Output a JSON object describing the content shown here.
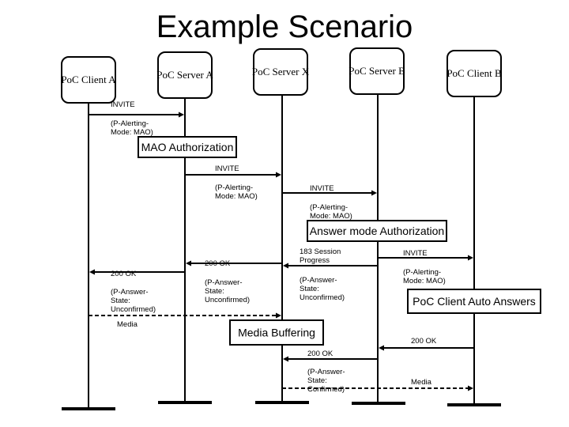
{
  "title": "Example Scenario",
  "entities": [
    {
      "id": "client_a",
      "label": "PoC Client A"
    },
    {
      "id": "server_a",
      "label": "PoC Server A"
    },
    {
      "id": "server_x",
      "label": "PoC Server X"
    },
    {
      "id": "server_b",
      "label": "PoC Server B"
    },
    {
      "id": "client_b",
      "label": "PoC Client B"
    }
  ],
  "messages": [
    {
      "from": "client_a",
      "to": "server_a",
      "style": "solid",
      "lines": [
        "INVITE"
      ],
      "sub_lines": [
        "(P-Alerting-",
        "Mode: MAO)"
      ]
    },
    {
      "from": "server_a",
      "to": "server_x",
      "style": "solid",
      "lines": [
        "INVITE"
      ],
      "sub_lines": [
        "(P-Alerting-",
        "Mode: MAO)"
      ]
    },
    {
      "from": "server_x",
      "to": "server_b",
      "style": "solid",
      "lines": [
        "INVITE"
      ],
      "sub_lines": [
        "(P-Alerting-",
        "Mode: MAO)"
      ]
    },
    {
      "from": "server_b",
      "to": "server_x",
      "style": "solid",
      "lines": [
        "183 Session",
        "Progress"
      ],
      "sub_lines": [
        "(P-Answer-",
        "State:",
        "Unconfirmed)"
      ]
    },
    {
      "from": "server_b",
      "to": "client_b",
      "style": "solid",
      "lines": [
        "INVITE"
      ],
      "sub_lines": [
        "(P-Alerting-",
        "Mode: MAO)"
      ]
    },
    {
      "from": "server_x",
      "to": "server_a",
      "style": "solid",
      "lines": [
        "200 OK"
      ],
      "sub_lines": [
        "(P-Answer-",
        "State:",
        "Unconfirmed)"
      ]
    },
    {
      "from": "server_a",
      "to": "client_a",
      "style": "solid",
      "lines": [
        "200 OK"
      ],
      "sub_lines": [
        "(P-Answer-",
        "State:",
        "Unconfirmed)"
      ]
    },
    {
      "from": "client_a",
      "to": "server_x",
      "style": "dashed",
      "lines": [
        "Media"
      ],
      "sub_lines": []
    },
    {
      "from": "client_b",
      "to": "server_b",
      "style": "solid",
      "lines": [
        "200 OK"
      ],
      "sub_lines": []
    },
    {
      "from": "server_b",
      "to": "server_x",
      "style": "solid",
      "lines": [
        "200 OK"
      ],
      "sub_lines": [
        "(P-Answer-",
        "State:",
        "Confirmed)"
      ]
    },
    {
      "from": "server_x",
      "to": "client_b",
      "style": "dashed",
      "lines": [
        "Media"
      ],
      "sub_lines": []
    }
  ],
  "process_boxes": [
    {
      "at": "server_a",
      "label": "MAO Authorization"
    },
    {
      "at": "server_b",
      "label": "Answer mode Authorization"
    },
    {
      "at": "client_b",
      "label": "PoC Client Auto Answers"
    },
    {
      "at": "server_x",
      "label": "Media Buffering"
    }
  ]
}
